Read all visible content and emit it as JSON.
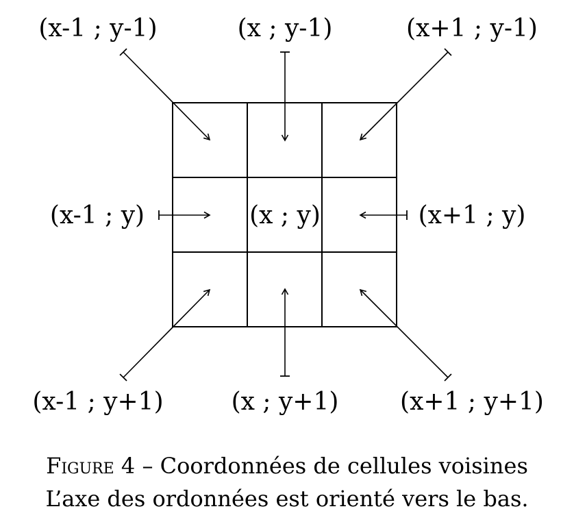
{
  "labels": {
    "top_left": "(x-1 ; y-1)",
    "top": "(x ; y-1)",
    "top_right": "(x+1 ; y-1)",
    "left": "(x-1 ; y)",
    "center": "(x ; y)",
    "right": "(x+1 ; y)",
    "bottom_left": "(x-1 ; y+1)",
    "bottom": "(x ; y+1)",
    "bottom_right": "(x+1 ; y+1)"
  },
  "caption": {
    "figure_word": "Figure",
    "figure_number": "4",
    "separator": "–",
    "title": "Coordonnées de cellules voisines",
    "note": "L’axe des ordonnées est orienté vers le bas."
  }
}
